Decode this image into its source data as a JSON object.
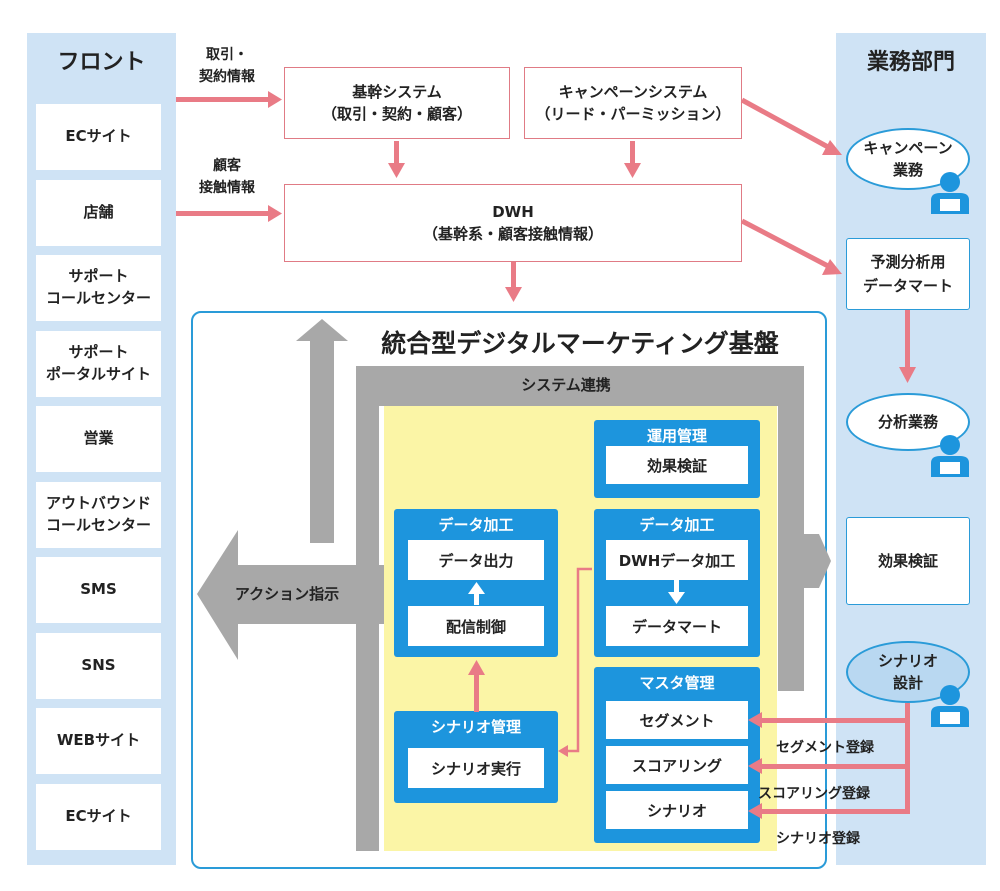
{
  "front": {
    "title": "フロント",
    "items": [
      "ECサイト",
      "店舗",
      "サポート\nコールセンター",
      "サポート\nポータルサイト",
      "営業",
      "アウトバウンド\nコールセンター",
      "SMS",
      "SNS",
      "WEBサイト",
      "ECサイト"
    ]
  },
  "business": {
    "title": "業務部門",
    "campaign_ops": "キャンペーン\n業務",
    "forecast_mart": "予測分析用\nデータマート",
    "analysis_ops": "分析業務",
    "effect_verification": "効果検証",
    "scenario_design": "シナリオ\n設計"
  },
  "input_labels": {
    "trade": "取引・\n契約情報",
    "contact": "顧客\n接触情報"
  },
  "systems": {
    "core_name": "基幹システム",
    "core_sub": "（取引・契約・顧客）",
    "campaign_name": "キャンペーンシステム",
    "campaign_sub": "（リード・パーミッション）",
    "dwh_name": "DWH",
    "dwh_sub": "（基幹系・顧客接触情報）"
  },
  "platform": {
    "title": "統合型デジタルマーケティング基盤",
    "system_link": "システム連携",
    "action": "アクション指示",
    "ops_mgmt": {
      "title": "運用管理",
      "items": [
        "効果検証"
      ]
    },
    "data_proc_left": {
      "title": "データ加工",
      "items": [
        "データ出力",
        "配信制御"
      ]
    },
    "data_proc_right": {
      "title": "データ加工",
      "items": [
        "DWHデータ加工",
        "データマート"
      ]
    },
    "scenario_mgmt": {
      "title": "シナリオ管理",
      "items": [
        "シナリオ実行"
      ]
    },
    "master_mgmt": {
      "title": "マスタ管理",
      "items": [
        "セグメント",
        "スコアリング",
        "シナリオ"
      ]
    }
  },
  "registrations": [
    "セグメント登録",
    "スコアリング登録",
    "シナリオ登録"
  ],
  "colors": {
    "pink_arrow": "#e97b86",
    "gray_arrow": "#a8a8a8",
    "blue": "#1d95dd",
    "light_blue": "#cfe3f5",
    "yellow": "#fbf5a6"
  }
}
